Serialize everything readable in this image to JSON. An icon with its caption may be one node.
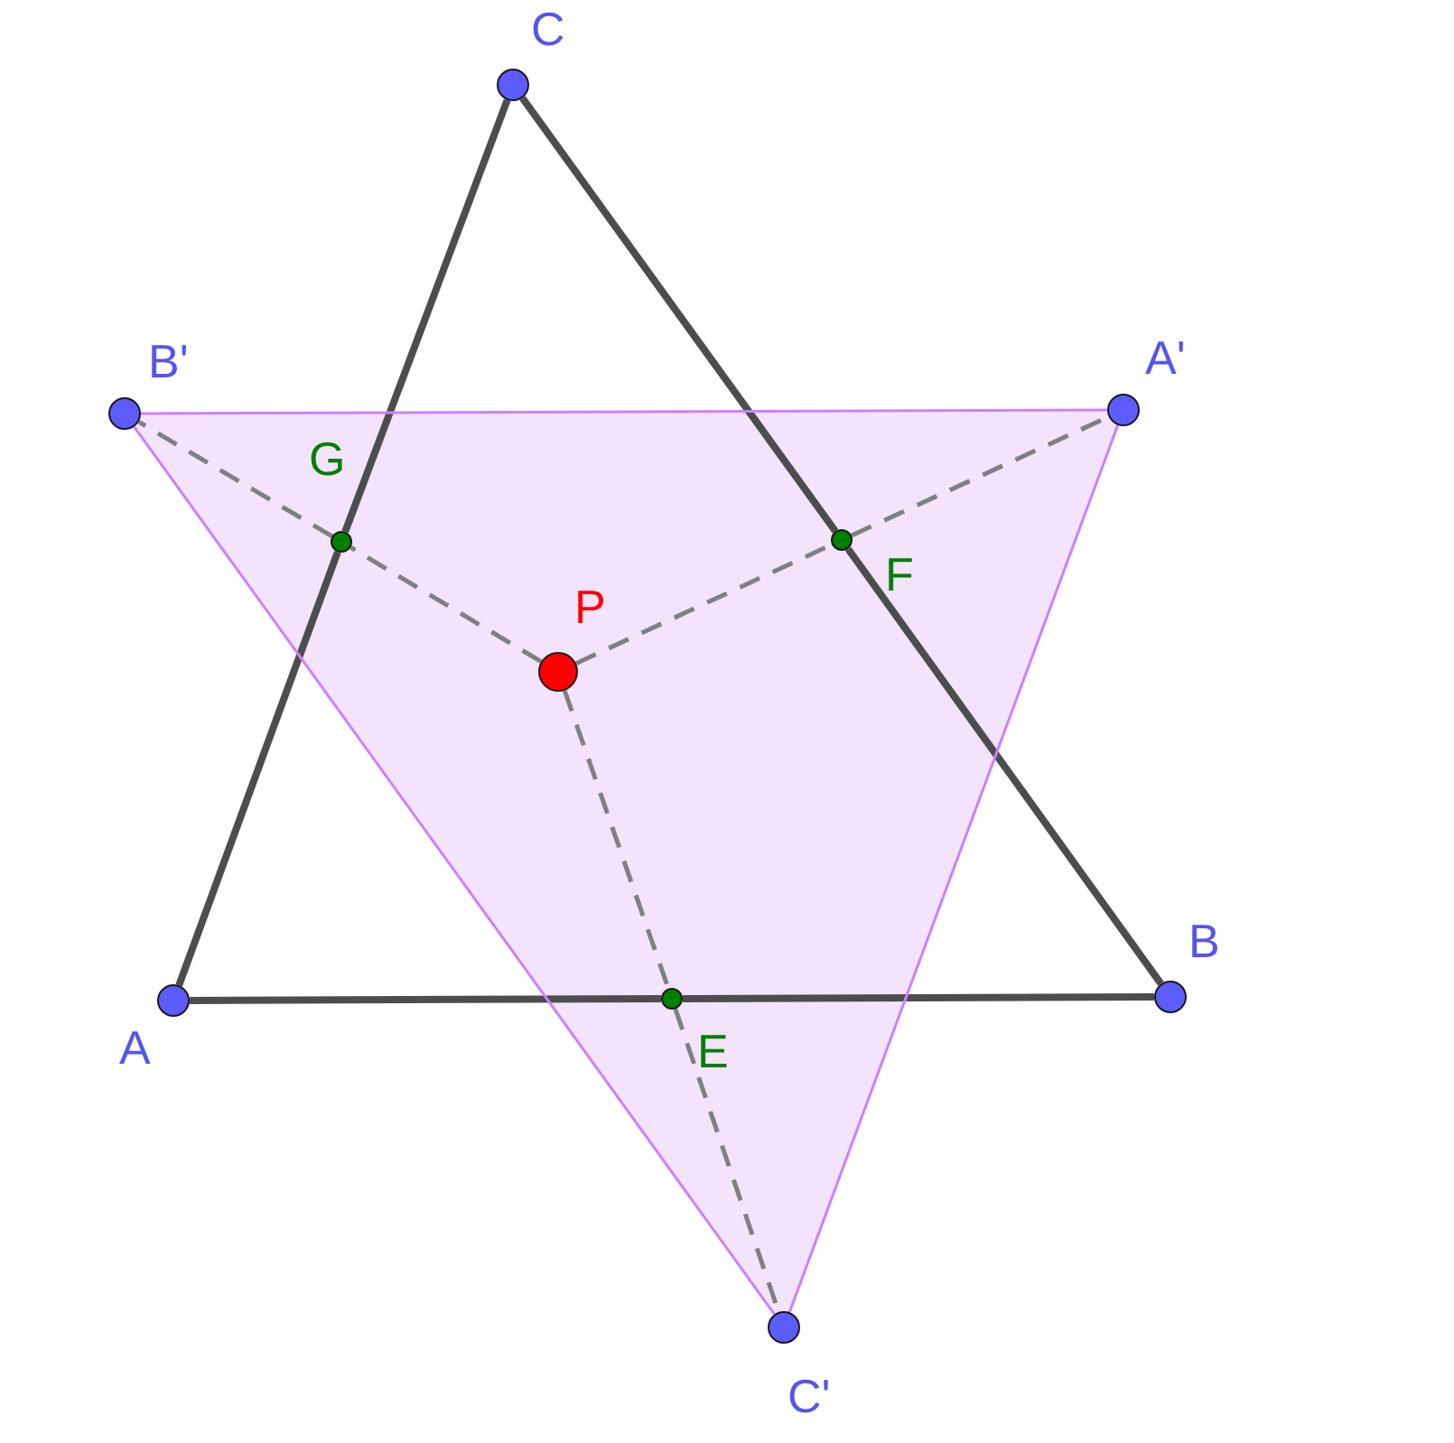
{
  "diagram": {
    "nodes": [
      {
        "text": [
          "C"
        ]
      },
      {
        "text": [
          "B'"
        ]
      },
      {
        "text": [
          "A'"
        ]
      },
      {
        "text": [
          "G"
        ]
      },
      {
        "text": [
          "F"
        ]
      },
      {
        "text": [
          "P"
        ]
      },
      {
        "text": [
          "B"
        ]
      },
      {
        "text": [
          "A"
        ]
      },
      {
        "text": [
          "E"
        ]
      },
      {
        "text": [
          "C'"
        ]
      }
    ],
    "edges": [
      {
        "from": 7,
        "to": 3,
        "arrow": "none"
      },
      {
        "from": 3,
        "to": 0,
        "arrow": "none"
      },
      {
        "from": 0,
        "to": 4,
        "arrow": "none"
      },
      {
        "from": 4,
        "to": 6,
        "arrow": "none"
      },
      {
        "from": 7,
        "to": 8,
        "arrow": "none"
      },
      {
        "from": 8,
        "to": 6,
        "arrow": "none"
      },
      {
        "from": 1,
        "to": 2,
        "arrow": "none",
        "color": "#cc80ff"
      },
      {
        "from": 2,
        "to": 9,
        "arrow": "none",
        "color": "#cc80ff"
      },
      {
        "from": 9,
        "to": 1,
        "arrow": "none",
        "color": "#cc80ff"
      },
      {
        "from": 5,
        "to": 3,
        "arrow": "none",
        "style": "dashed",
        "color": "#808080"
      },
      {
        "from": 3,
        "to": 1,
        "arrow": "none",
        "style": "dashed",
        "color": "#808080"
      },
      {
        "from": 5,
        "to": 4,
        "arrow": "none",
        "style": "dashed",
        "color": "#808080"
      },
      {
        "from": 4,
        "to": 2,
        "arrow": "none",
        "style": "dashed",
        "color": "#808080"
      },
      {
        "from": 5,
        "to": 8,
        "arrow": "none",
        "style": "dashed",
        "color": "#808080"
      },
      {
        "from": 8,
        "to": 9,
        "arrow": "none",
        "style": "dashed",
        "color": "#808080"
      }
    ]
  }
}
